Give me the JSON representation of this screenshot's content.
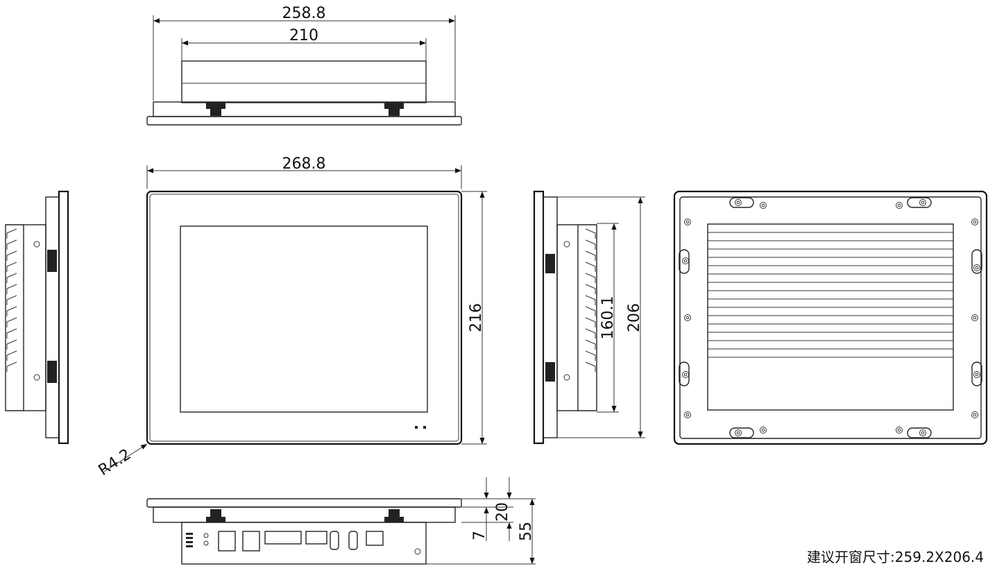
{
  "drawing": {
    "top_view": {
      "overall_width": "258.8",
      "body_width": "210"
    },
    "front_view": {
      "width": "268.8",
      "height": "216",
      "corner_radius": "R4.2"
    },
    "side_view": {
      "inner_height": "160.1",
      "height": "206"
    },
    "bottom_view": {
      "bezel_depth": "7",
      "mount_depth": "20",
      "total_depth": "55"
    },
    "cutout_note": "建议开窗尺寸:259.2X206.4"
  }
}
